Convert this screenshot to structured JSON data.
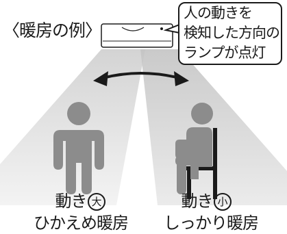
{
  "title": "〈暖房の例〉",
  "callout": {
    "lines": [
      "人の動きを",
      "検知した方向の",
      "ランプが点灯"
    ]
  },
  "left_person": {
    "caption_main": "動き",
    "badge": "大",
    "caption_sub": "ひかえめ暖房"
  },
  "right_person": {
    "caption_main": "動き",
    "badge": "小",
    "caption_sub": "しっかり暖房"
  },
  "colors": {
    "figure": "#8c8c8c",
    "beam_light": "#e6e6e6",
    "beam_mid": "#d0d0d0",
    "outline": "#1a1a1a"
  }
}
